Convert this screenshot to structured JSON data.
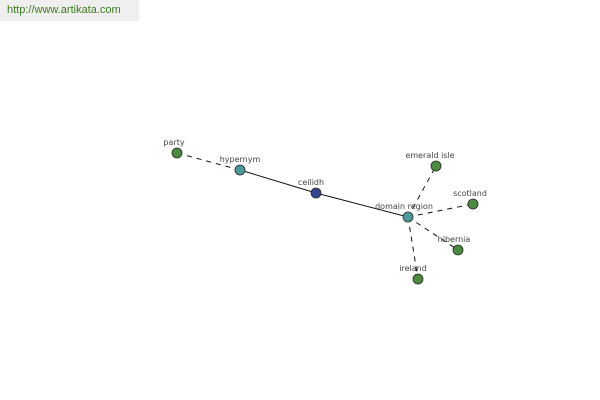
{
  "watermark": {
    "url": "http://www.artikata.com"
  },
  "graph": {
    "colors": {
      "center": "#33448a",
      "relation": "#4a9a9a",
      "leaf": "#4b8a3f",
      "edge": "#111111",
      "outline": "#2a2a2a"
    },
    "nodes": [
      {
        "id": "ceilidh",
        "label": "ceilidh",
        "kind": "center"
      },
      {
        "id": "hypernym",
        "label": "hypernym",
        "kind": "relation"
      },
      {
        "id": "domain_region",
        "label": "domain region",
        "kind": "relation"
      },
      {
        "id": "party",
        "label": "party",
        "kind": "leaf"
      },
      {
        "id": "emerald_isle",
        "label": "emerald isle",
        "kind": "leaf"
      },
      {
        "id": "scotland",
        "label": "scotland",
        "kind": "leaf"
      },
      {
        "id": "hibernia",
        "label": "hibernia",
        "kind": "leaf"
      },
      {
        "id": "ireland",
        "label": "ireland",
        "kind": "leaf"
      }
    ],
    "edges": [
      {
        "from": "ceilidh",
        "to": "hypernym",
        "style": "solid"
      },
      {
        "from": "ceilidh",
        "to": "domain_region",
        "style": "solid"
      },
      {
        "from": "hypernym",
        "to": "party",
        "style": "dashed"
      },
      {
        "from": "domain_region",
        "to": "emerald_isle",
        "style": "dashed"
      },
      {
        "from": "domain_region",
        "to": "scotland",
        "style": "dashed"
      },
      {
        "from": "domain_region",
        "to": "hibernia",
        "style": "dashed"
      },
      {
        "from": "domain_region",
        "to": "ireland",
        "style": "dashed"
      }
    ]
  }
}
